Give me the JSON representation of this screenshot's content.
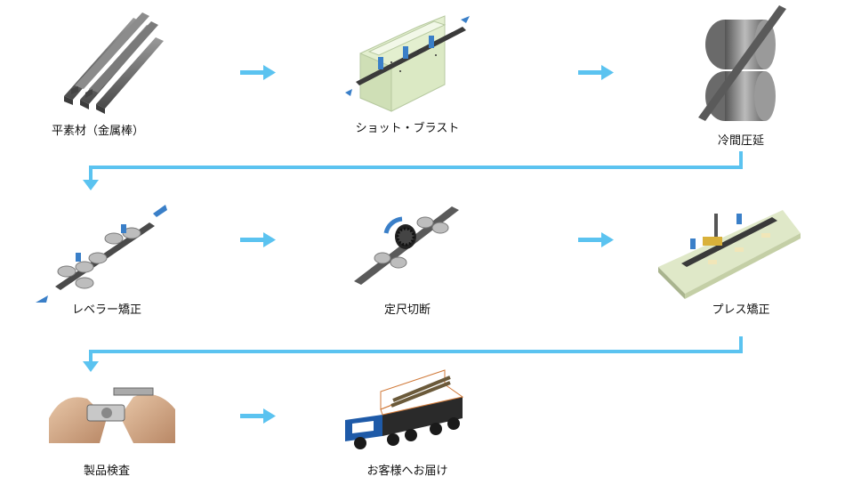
{
  "process_flow": {
    "steps": [
      {
        "label": "平素材（金属棒）"
      },
      {
        "label": "ショット・ブラスト"
      },
      {
        "label": "冷間圧延"
      },
      {
        "label": "レベラー矯正"
      },
      {
        "label": "定尺切断"
      },
      {
        "label": "プレス矯正"
      },
      {
        "label": "製品検査"
      },
      {
        "label": "お客様へお届け"
      }
    ]
  },
  "colors": {
    "arrow": "#5bc3f0",
    "accent_blue": "#3a7fc8",
    "metal_dark": "#5a5a5a",
    "metal_light": "#bdbdbd",
    "blast_box": "#e3efcf",
    "truck_cab": "#1e5aa8",
    "press_gold": "#d9b13a"
  }
}
